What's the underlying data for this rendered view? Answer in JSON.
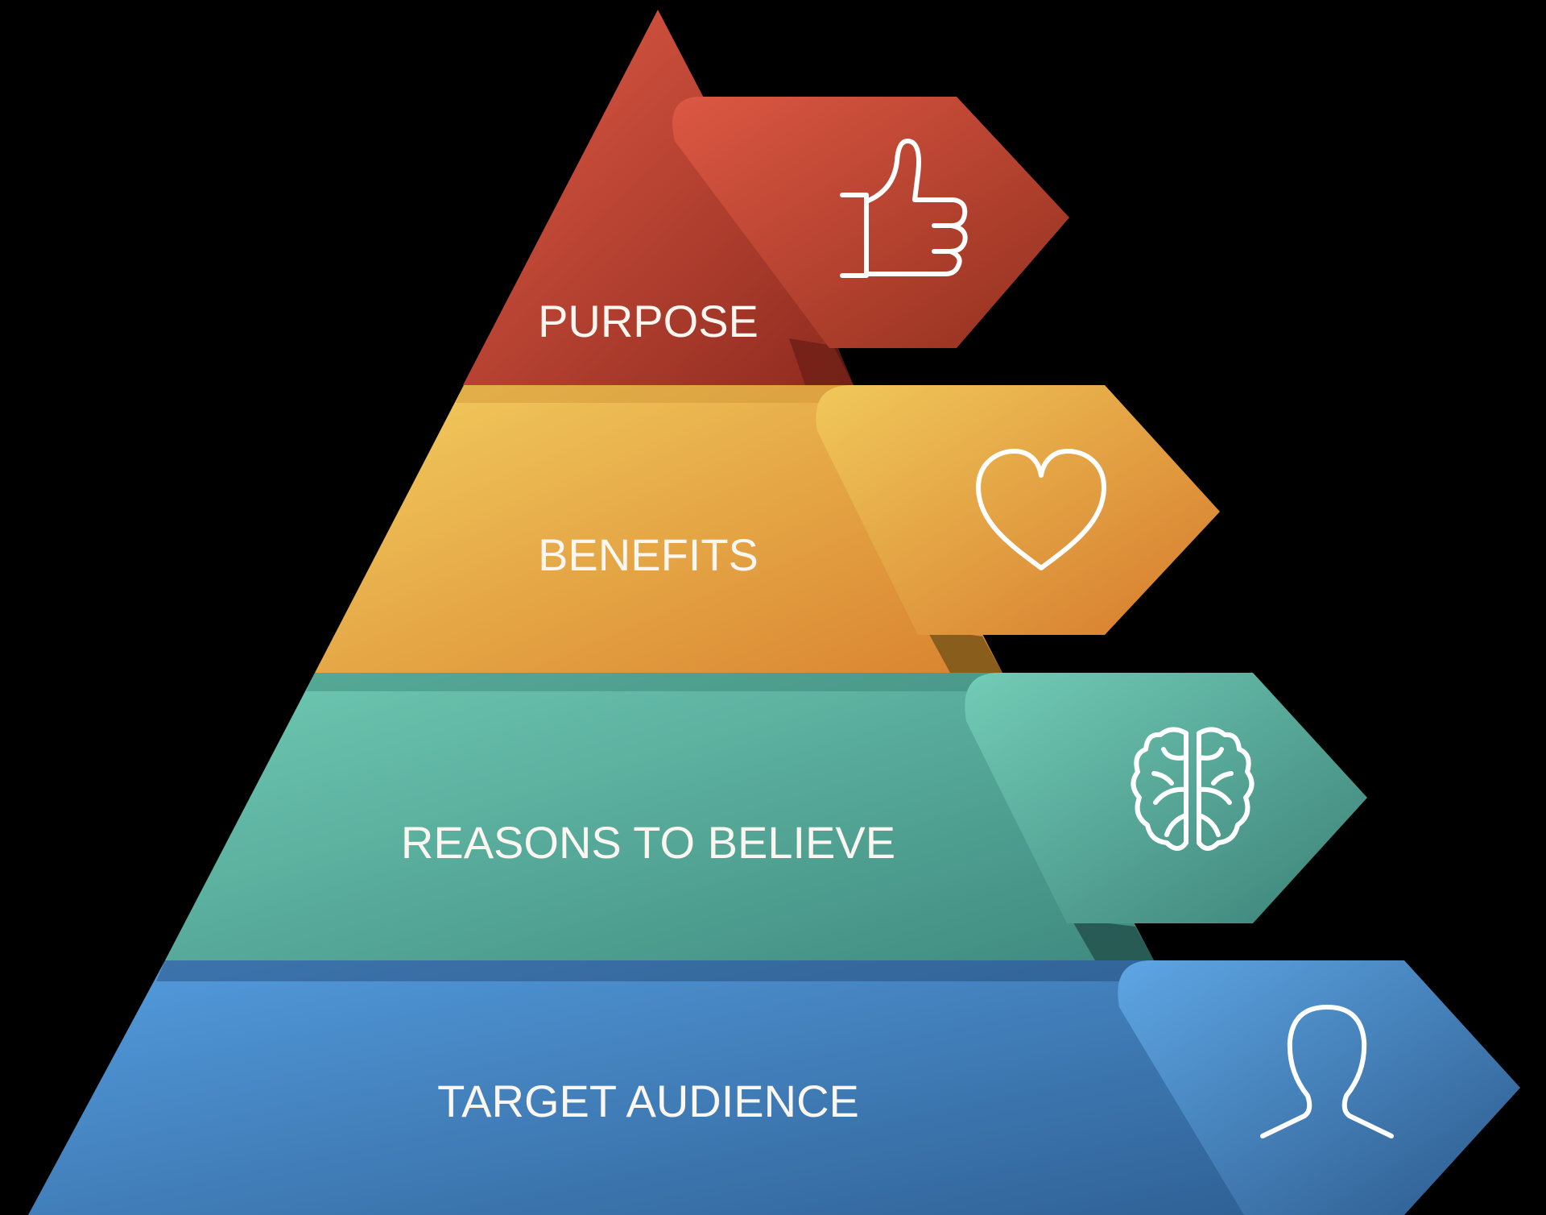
{
  "diagram": {
    "type": "pyramid",
    "levels": [
      {
        "label": "PURPOSE",
        "icon": "thumbs-up-icon",
        "color_light": "#e05a45",
        "color_dark": "#8e2b1f"
      },
      {
        "label": "BENEFITS",
        "icon": "heart-icon",
        "color_light": "#f0c55a",
        "color_dark": "#d9832f"
      },
      {
        "label": "REASONS TO BELIEVE",
        "icon": "brain-icon",
        "color_light": "#6cc7b0",
        "color_dark": "#3f8a80"
      },
      {
        "label": "TARGET AUDIENCE",
        "icon": "person-icon",
        "color_light": "#4f97d8",
        "color_dark": "#2f6195"
      }
    ]
  }
}
